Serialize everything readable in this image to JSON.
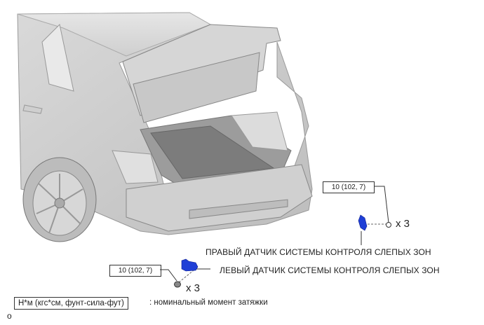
{
  "diagram": {
    "subject": "rear of sedan with open trunk",
    "right_sensor": {
      "label": "ПРАВЫЙ ДАТЧИК СИСТЕМЫ КОНТРОЛЯ СЛЕПЫХ ЗОН",
      "torque": "10 (102, 7)",
      "qty": "x 3",
      "color": "#1f3fd6"
    },
    "left_sensor": {
      "label": "ЛЕВЫЙ ДАТЧИК СИСТЕМЫ КОНТРОЛЯ СЛЕПЫХ ЗОН",
      "torque": "10 (102, 7)",
      "qty": "x 3",
      "color": "#1f3fd6"
    },
    "legend": {
      "units": "Н*м (кгс*см, фунт-сила-фут)",
      "description": ": номинальный момент затяжки"
    },
    "footer_mark": "o"
  }
}
